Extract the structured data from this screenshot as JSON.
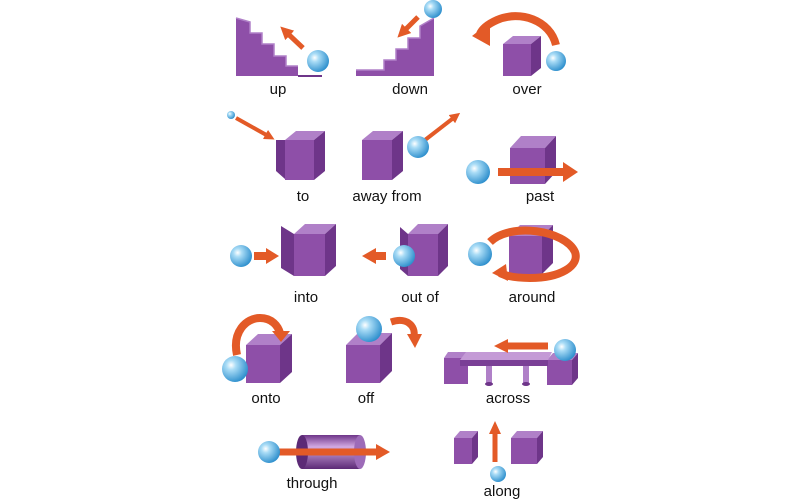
{
  "prepositions": [
    {
      "id": "up",
      "label": "up"
    },
    {
      "id": "down",
      "label": "down"
    },
    {
      "id": "over",
      "label": "over"
    },
    {
      "id": "to",
      "label": "to"
    },
    {
      "id": "away-from",
      "label": "away from"
    },
    {
      "id": "past",
      "label": "past"
    },
    {
      "id": "into",
      "label": "into"
    },
    {
      "id": "out-of",
      "label": "out of"
    },
    {
      "id": "around",
      "label": "around"
    },
    {
      "id": "onto",
      "label": "onto"
    },
    {
      "id": "off",
      "label": "off"
    },
    {
      "id": "across",
      "label": "across"
    },
    {
      "id": "through",
      "label": "through"
    },
    {
      "id": "along",
      "label": "along"
    }
  ],
  "colors": {
    "block": "#8e4fa8",
    "block_side": "#6e3589",
    "block_top": "#b080c8",
    "ball": "#3aa0dc",
    "arrow": "#e35a27"
  }
}
